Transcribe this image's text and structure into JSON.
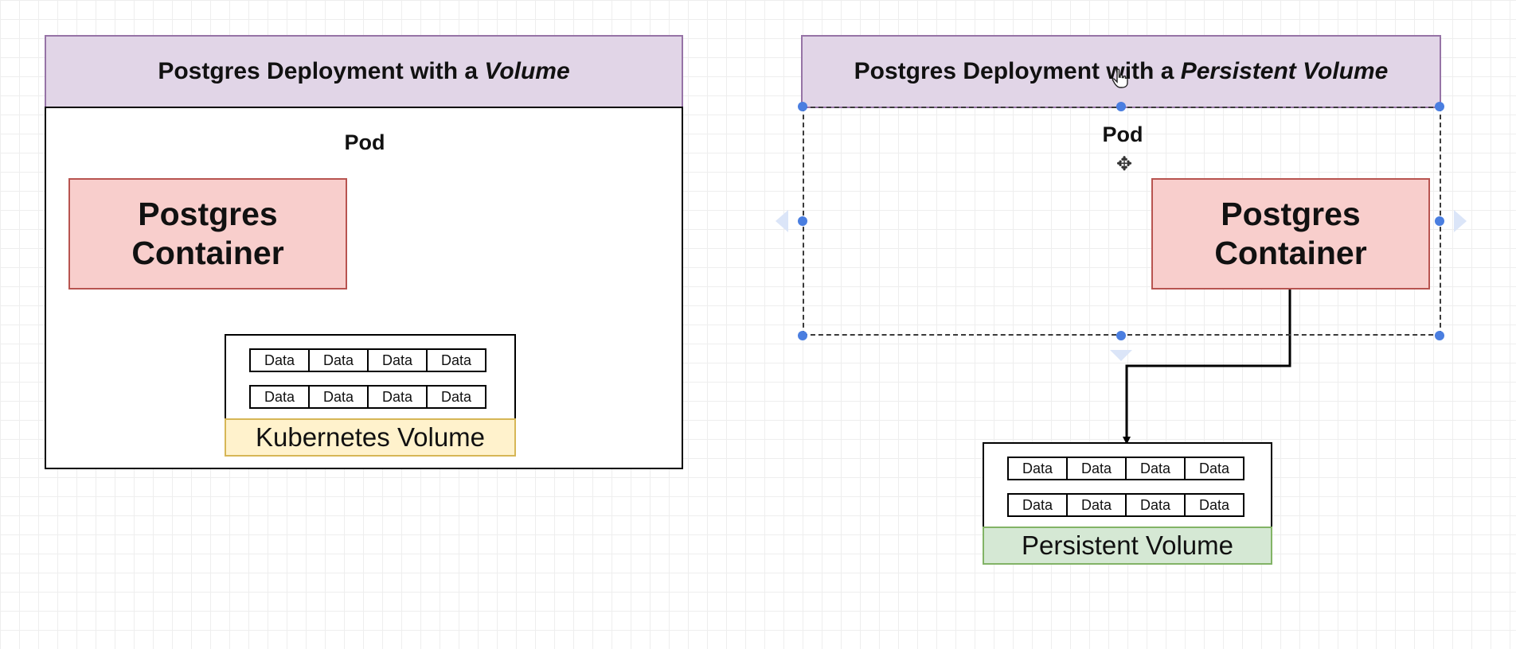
{
  "left_diagram": {
    "title_prefix": "Postgres Deployment with a ",
    "title_emphasis": "Volume",
    "pod_label": "Pod",
    "container_line1": "Postgres",
    "container_line2": "Container",
    "volume_rows": [
      [
        "Data",
        "Data",
        "Data",
        "Data"
      ],
      [
        "Data",
        "Data",
        "Data",
        "Data"
      ]
    ],
    "volume_label": "Kubernetes Volume"
  },
  "right_diagram": {
    "title_prefix": "Postgres Deployment with a ",
    "title_emphasis": "Persistent Volume",
    "pod_label": "Pod",
    "container_line1": "Postgres",
    "container_line2": "Container",
    "volume_rows": [
      [
        "Data",
        "Data",
        "Data",
        "Data"
      ],
      [
        "Data",
        "Data",
        "Data",
        "Data"
      ]
    ],
    "volume_label": "Persistent Volume"
  },
  "colors": {
    "header_fill": "#e1d5e7",
    "container_fill": "#f8cecc",
    "kubernetes_volume_fill": "#fff2cc",
    "persistent_volume_fill": "#d5e8d4",
    "selection_handle": "#4a7ee0"
  }
}
